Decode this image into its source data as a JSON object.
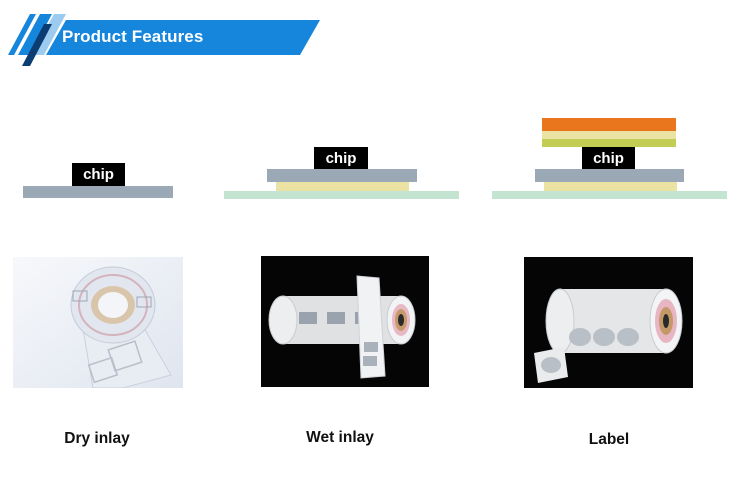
{
  "header": {
    "title": "Product Features",
    "accent_color": "#1685dc"
  },
  "diagrams": [
    {
      "chip_label": "chip"
    },
    {
      "chip_label": "chip"
    },
    {
      "chip_label": "chip"
    }
  ],
  "products": [
    {
      "caption": "Dry inlay"
    },
    {
      "caption": "Wet inlay"
    },
    {
      "caption": "Label"
    }
  ]
}
